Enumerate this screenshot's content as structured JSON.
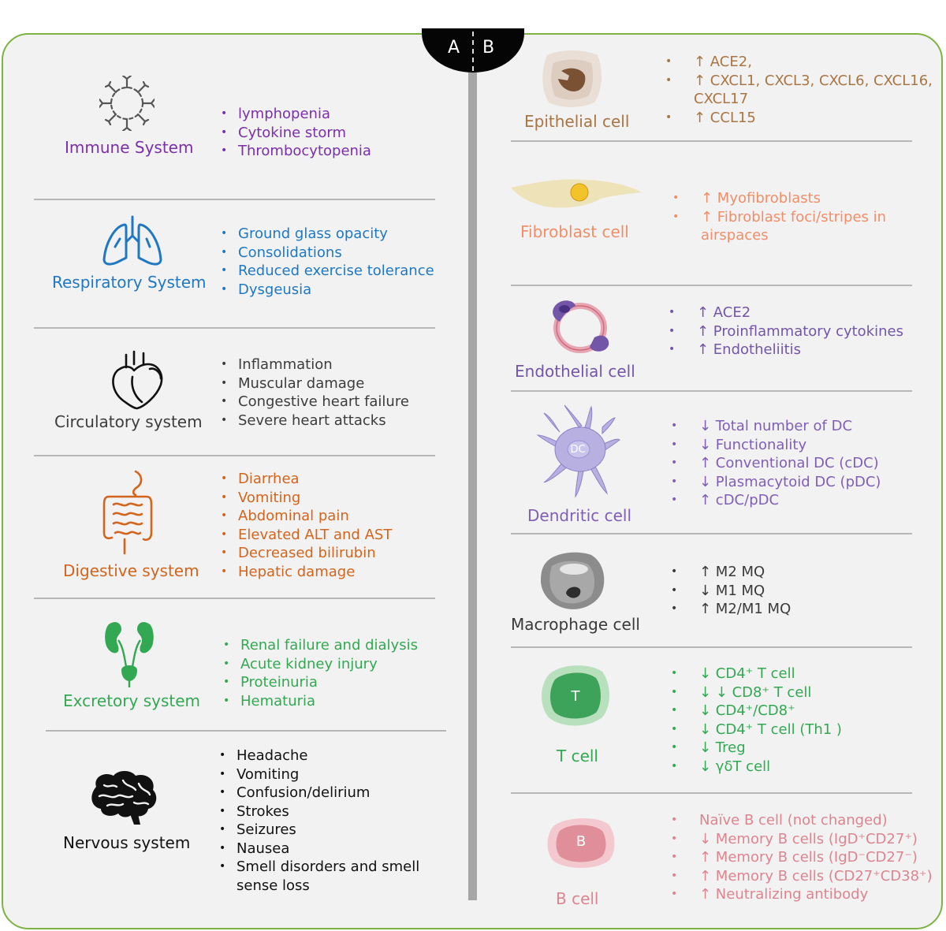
{
  "tabs": {
    "a": "A",
    "b": "B"
  },
  "colors": {
    "frame_border": "#7cb342",
    "immune": "#7b2fa8",
    "respiratory": "#1f78c1",
    "circulatory": "#3c3c3c",
    "digestive": "#d2651e",
    "excretory": "#33a852",
    "nervous": "#111111",
    "epithelial": "#a97544",
    "fibroblast": "#ee8f6a",
    "endothelial": "#7356a8",
    "dendritic": "#7f5fb5",
    "macrophage": "#3a3a3a",
    "tcell": "#33a852",
    "bcell": "#dc8590"
  },
  "systems": [
    {
      "icon": "immune-cells-icon",
      "title": "Immune System",
      "items": [
        "lymphopenia",
        "Cytokine storm",
        "Thrombocytopenia"
      ]
    },
    {
      "icon": "lungs-icon",
      "title": "Respiratory System",
      "items": [
        "Ground glass opacity",
        "Consolidations",
        "Reduced exercise tolerance",
        "Dysgeusia"
      ]
    },
    {
      "icon": "heart-icon",
      "title": "Circulatory system",
      "items": [
        "Inflammation",
        "Muscular damage",
        "Congestive heart failure",
        "Severe heart attacks"
      ]
    },
    {
      "icon": "intestines-icon",
      "title": "Digestive system",
      "items": [
        "Diarrhea",
        "Vomiting",
        "Abdominal pain",
        "Elevated ALT and AST",
        "Decreased bilirubin",
        "Hepatic damage"
      ]
    },
    {
      "icon": "kidneys-icon",
      "title": "Excretory system",
      "items": [
        "Renal failure and dialysis",
        "Acute kidney injury",
        "Proteinuria",
        "Hematuria"
      ]
    },
    {
      "icon": "brain-icon",
      "title": "Nervous system",
      "items": [
        "Headache",
        "Vomiting",
        "Confusion/delirium",
        "Strokes",
        "Seizures",
        "Nausea",
        "Smell disorders and smell",
        "sense loss"
      ]
    }
  ],
  "cells": [
    {
      "icon": "epithelial-cell-icon",
      "title": "Epithelial cell",
      "items": [
        "↑ ACE2,",
        "↑ CXCL1, CXCL3, CXCL6, CXCL16,",
        "CXCL17",
        "↑ CCL15"
      ]
    },
    {
      "icon": "fibroblast-cell-icon",
      "title": "Fibroblast cell",
      "items": [
        "↑ Myofibroblasts",
        "↑ Fibroblast foci/stripes  in",
        "airspaces"
      ]
    },
    {
      "icon": "endothelial-cell-icon",
      "title": "Endothelial cell",
      "items": [
        "↑ ACE2",
        "↑ Proinflammatory cytokines",
        "↑ Endotheliitis"
      ]
    },
    {
      "icon": "dendritic-cell-icon",
      "title": "Dendritic cell",
      "letter": "DC",
      "items": [
        "↓ Total number of DC",
        "↓ Functionality",
        "↑ Conventional DC (cDC)",
        "↓ Plasmacytoid DC (pDC)",
        "↑ cDC/pDC"
      ]
    },
    {
      "icon": "macrophage-cell-icon",
      "title": "Macrophage cell",
      "items": [
        "↑ M2 MQ",
        "↓ M1 MQ",
        "↑ M2/M1 MQ"
      ]
    },
    {
      "icon": "t-cell-icon",
      "title": "T cell",
      "letter": "T",
      "items": [
        "↓ CD4⁺ T cell",
        "↓ ↓  CD8⁺ T cell",
        "↓ CD4⁺/CD8⁺",
        "↓ CD4⁺ T cell (Th1 )",
        "↓ Treg",
        "↓ γδT cell"
      ]
    },
    {
      "icon": "b-cell-icon",
      "title": "B cell",
      "letter": "B",
      "items": [
        "Naïve B cell (not changed)",
        "↓ Memory B cells (IgD⁺CD27⁺)",
        "↑ Memory B cells (IgD⁻CD27⁻)",
        "↑ Memory B cells (CD27⁺CD38⁺)",
        "↑ Neutralizing antibody"
      ]
    }
  ]
}
